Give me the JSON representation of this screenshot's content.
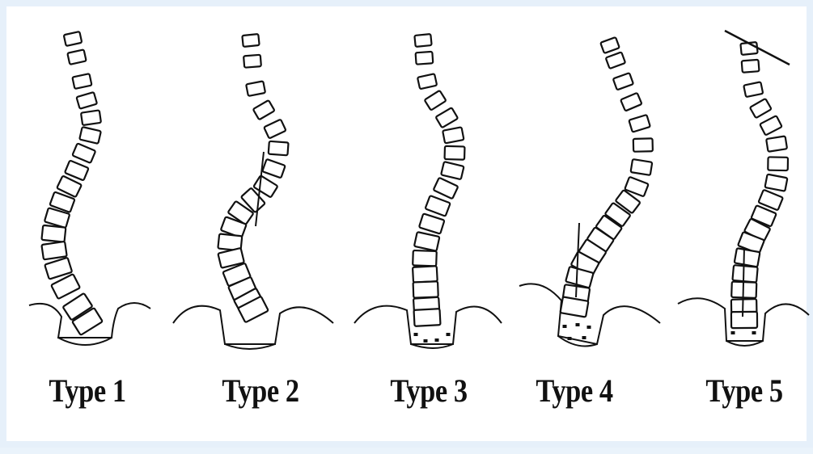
{
  "panels": [
    {
      "label": "Type 1",
      "markers": {
        "line": false,
        "sacrum_dots": false,
        "top_line": false
      }
    },
    {
      "label": "Type 2",
      "markers": {
        "line": true,
        "sacrum_dots": false,
        "top_line": false
      }
    },
    {
      "label": "Type 3",
      "markers": {
        "line": false,
        "sacrum_dots": true,
        "top_line": false
      }
    },
    {
      "label": "Type 4",
      "markers": {
        "line": true,
        "sacrum_dots": true,
        "top_line": false
      }
    },
    {
      "label": "Type 5",
      "markers": {
        "line": true,
        "sacrum_dots": true,
        "top_line": true
      }
    }
  ]
}
